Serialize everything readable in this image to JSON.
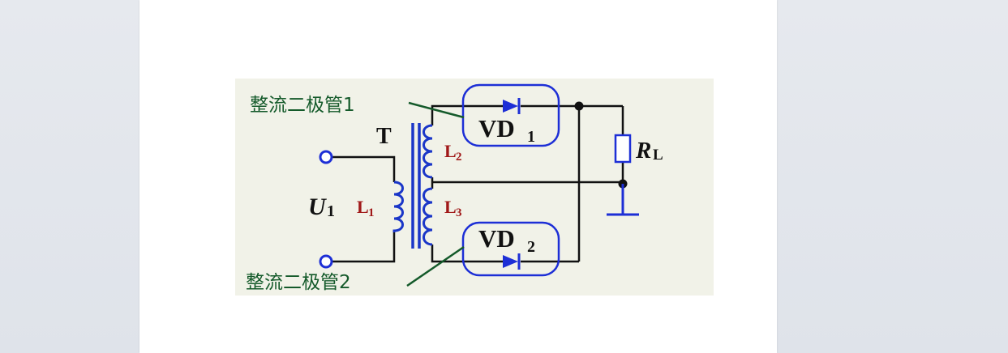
{
  "document": {
    "fragment_mark": "”"
  },
  "circuit": {
    "labels": {
      "diode1_caption": "整流二极管1",
      "diode2_caption": "整流二极管2",
      "transformer": "T",
      "input_voltage": "U",
      "input_voltage_sub": "1",
      "primary_coil": "L",
      "primary_coil_sub": "1",
      "secondary_upper": "L",
      "secondary_upper_sub": "2",
      "secondary_lower": "L",
      "secondary_lower_sub": "3",
      "vd1": "VD",
      "vd1_sub": "1",
      "vd2": "VD",
      "vd2_sub": "2",
      "load": "R",
      "load_sub": "L"
    },
    "colors": {
      "wire": "#111111",
      "highlight": "#1d2fd6",
      "coil": "#1a36c8",
      "caption": "#145a2a",
      "coil_label": "#a01818",
      "background": "#f1f2e8"
    }
  }
}
